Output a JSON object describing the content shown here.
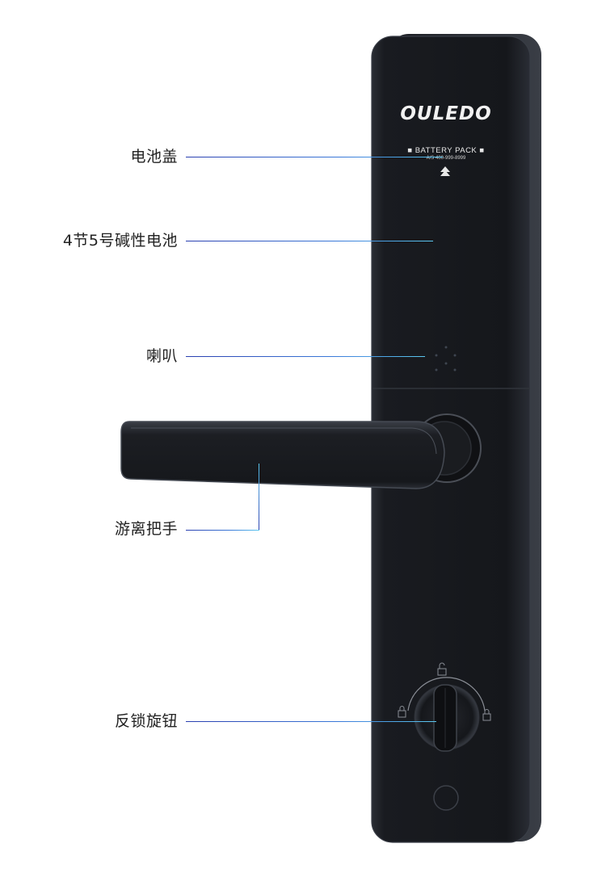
{
  "brand": {
    "logo": "OULEDO"
  },
  "panel": {
    "battery_label": "■ BATTERY PACK ■",
    "service_line": "A/S 400-999-8999",
    "arrow_icon": "double-up-arrow-icon"
  },
  "callouts": [
    {
      "label": "电池盖"
    },
    {
      "label": "4节5号碱性电池"
    },
    {
      "label": "喇叭"
    },
    {
      "label": "游离把手"
    },
    {
      "label": "反锁旋钮"
    }
  ],
  "colors": {
    "lock_body": "#1b1d23",
    "lock_edge": "#3a3e47",
    "leader_start": "#2a3fb0",
    "leader_end": "#5cc8f0"
  }
}
